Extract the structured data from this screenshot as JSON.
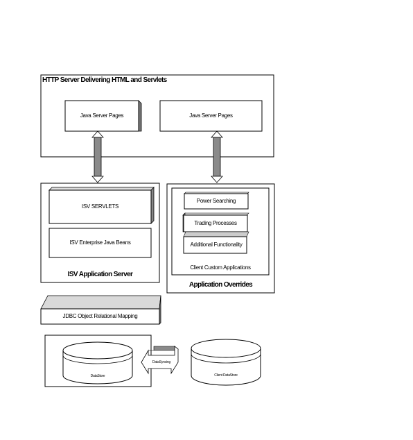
{
  "http_server": {
    "title": "HTTP Server Delivering HTML and Servlets",
    "jsp_left": "Java Server Pages",
    "jsp_right": "Java Server Pages"
  },
  "isv_server": {
    "servlets": "ISV SERVLETS",
    "beans": "ISV Enterprise Java Beans",
    "title": "ISV Application Server"
  },
  "overrides": {
    "power_searching": "Power Searching",
    "trading_processes": "Trading Processes",
    "additional_functionality": "Additional Functionality",
    "client_apps": "Client Custom Applications",
    "title": "Application Overrides"
  },
  "jdbc": {
    "label": "JDBC Object Relational Mapping"
  },
  "datastores": {
    "left": "DataStore",
    "right": "Client DataStore",
    "sync": "DataSyncing"
  }
}
